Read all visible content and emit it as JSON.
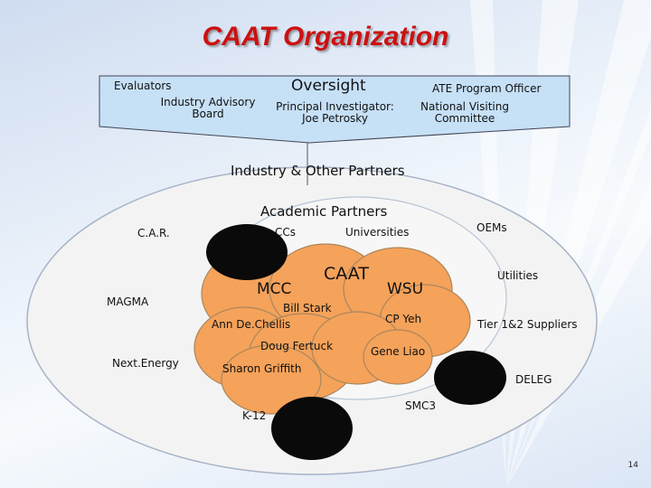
{
  "title": "CAAT Organization",
  "oversight": {
    "heading": "Oversight",
    "evaluators": "Evaluators",
    "iab_line1": "Industry Advisory",
    "iab_line2": "Board",
    "pi_line1": "Principal Investigator:",
    "pi_line2": "Joe Petrosky",
    "ate": "ATE Program Officer",
    "nvc_line1": "National Visiting",
    "nvc_line2": "Committee"
  },
  "industry": {
    "heading": "Industry & Other Partners",
    "car": "C.A.R.",
    "magma": "MAGMA",
    "next_energy": "Next.Energy",
    "oems": "OEMs",
    "utilities": "Utilities",
    "tier": "Tier 1&2 Suppliers",
    "deleg": "DELEG",
    "smc3": "SMC3",
    "k12": "K-12"
  },
  "academic": {
    "heading": "Academic Partners",
    "ccs": "CCs",
    "universities": "Universities",
    "caat": "CAAT",
    "mcc": "MCC",
    "wsu": "WSU",
    "bill": "Bill Stark",
    "ann": "Ann De.Chellis",
    "cpyeh": "CP Yeh",
    "doug": "Doug Fertuck",
    "gene": "Gene Liao",
    "sharon": "Sharon Griffith"
  },
  "colors": {
    "title": "#cc1111",
    "banner": "#c6e0f6",
    "cloud": "#f5a25a",
    "oval_dark": "#0a0a0a"
  },
  "page_number": "14"
}
